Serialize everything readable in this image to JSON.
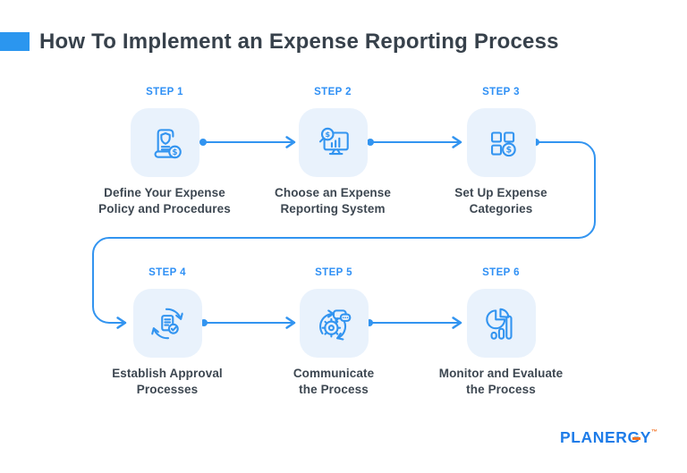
{
  "header": {
    "title": "How To Implement an Expense Reporting Process"
  },
  "steps": [
    {
      "label": "STEP 1",
      "caption_line1": "Define Your Expense",
      "caption_line2": "Policy and Procedures",
      "icon": "policy-document-icon"
    },
    {
      "label": "STEP 2",
      "caption_line1": "Choose an Expense",
      "caption_line2": "Reporting System",
      "icon": "reporting-system-icon"
    },
    {
      "label": "STEP 3",
      "caption_line1": "Set Up Expense",
      "caption_line2": "Categories",
      "icon": "expense-categories-icon"
    },
    {
      "label": "STEP 4",
      "caption_line1": "Establish Approval",
      "caption_line2": "Processes",
      "icon": "approval-processes-icon"
    },
    {
      "label": "STEP 5",
      "caption_line1": "Communicate",
      "caption_line2": "the Process",
      "icon": "communicate-process-icon"
    },
    {
      "label": "STEP 6",
      "caption_line1": "Monitor and Evaluate",
      "caption_line2": "the Process",
      "icon": "monitor-evaluate-icon"
    }
  ],
  "logo": {
    "text": "PLANERGY",
    "trademark": "™"
  },
  "colors": {
    "accent_bar": "#2b96ef",
    "title_text": "#37414b",
    "step_label": "#2f90f5",
    "caption_text": "#3d4751",
    "icon_box_bg": "#e9f2fc",
    "connector_line": "#3294f0",
    "logo_blue": "#1e7ce8",
    "logo_orange": "#f4701f"
  }
}
